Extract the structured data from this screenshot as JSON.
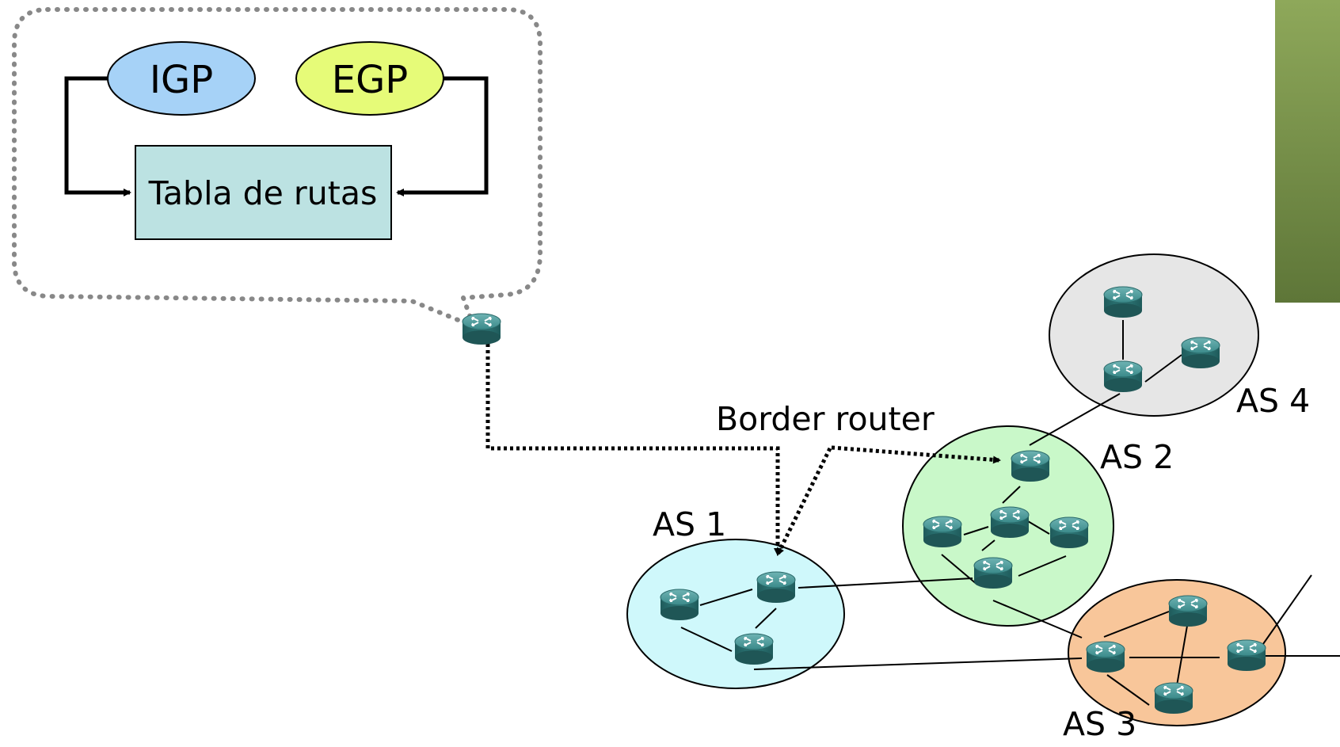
{
  "labels": {
    "igp": "IGP",
    "egp": "EGP",
    "routing_table": "Tabla de rutas",
    "border_router": "Border router",
    "as1": "AS 1",
    "as2": "AS 2",
    "as3": "AS 3",
    "as4": "AS 4"
  },
  "colors": {
    "igp_fill": "#a6d2f7",
    "egp_fill": "#e6fb78",
    "table_fill": "#bce2e2",
    "as1_fill": "#cff8fb",
    "as2_fill": "#c9f8c9",
    "as3_fill": "#f8c69a",
    "as4_fill": "#e6e6e6",
    "accent_bar": "#7f9a4c",
    "router_body": "#2f7b7b"
  },
  "icons": [
    "router-icon"
  ]
}
